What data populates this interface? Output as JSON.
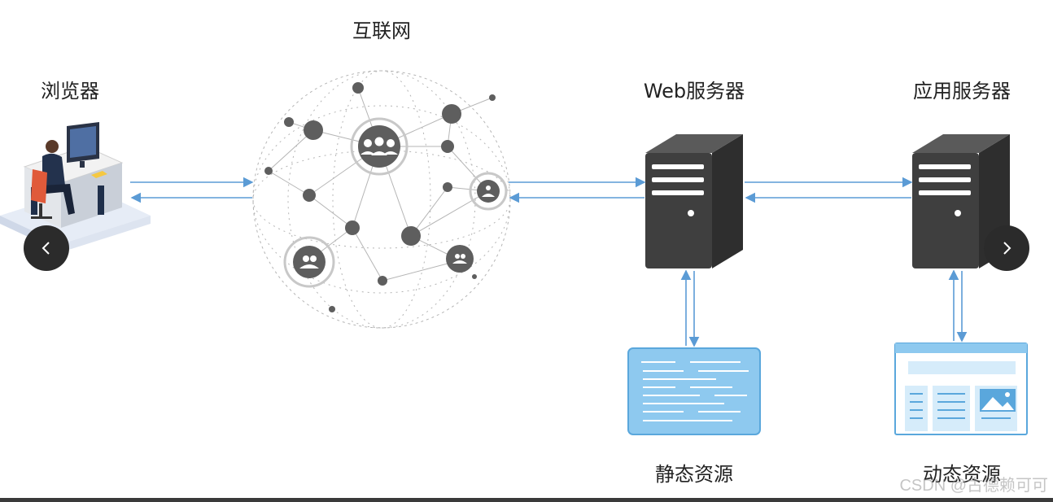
{
  "diagram": {
    "nodes": {
      "browser": "浏览器",
      "internet": "互联网",
      "web_server": "Web服务器",
      "app_server": "应用服务器",
      "static_resource": "静态资源",
      "dynamic_resource": "动态资源"
    }
  },
  "carousel": {
    "prev_icon": "chevron-left-icon",
    "next_icon": "chevron-right-icon"
  },
  "watermark": "CSDN @古德赖可可",
  "colors": {
    "arrow": "#5b9bd5",
    "server_dark": "#3f3f3f",
    "server_side": "#2e2e2e",
    "doc_fill": "#8ec9ef",
    "doc_border": "#5aa7dc",
    "globe_line": "#b5b5b5",
    "globe_node": "#5e5e5e"
  }
}
